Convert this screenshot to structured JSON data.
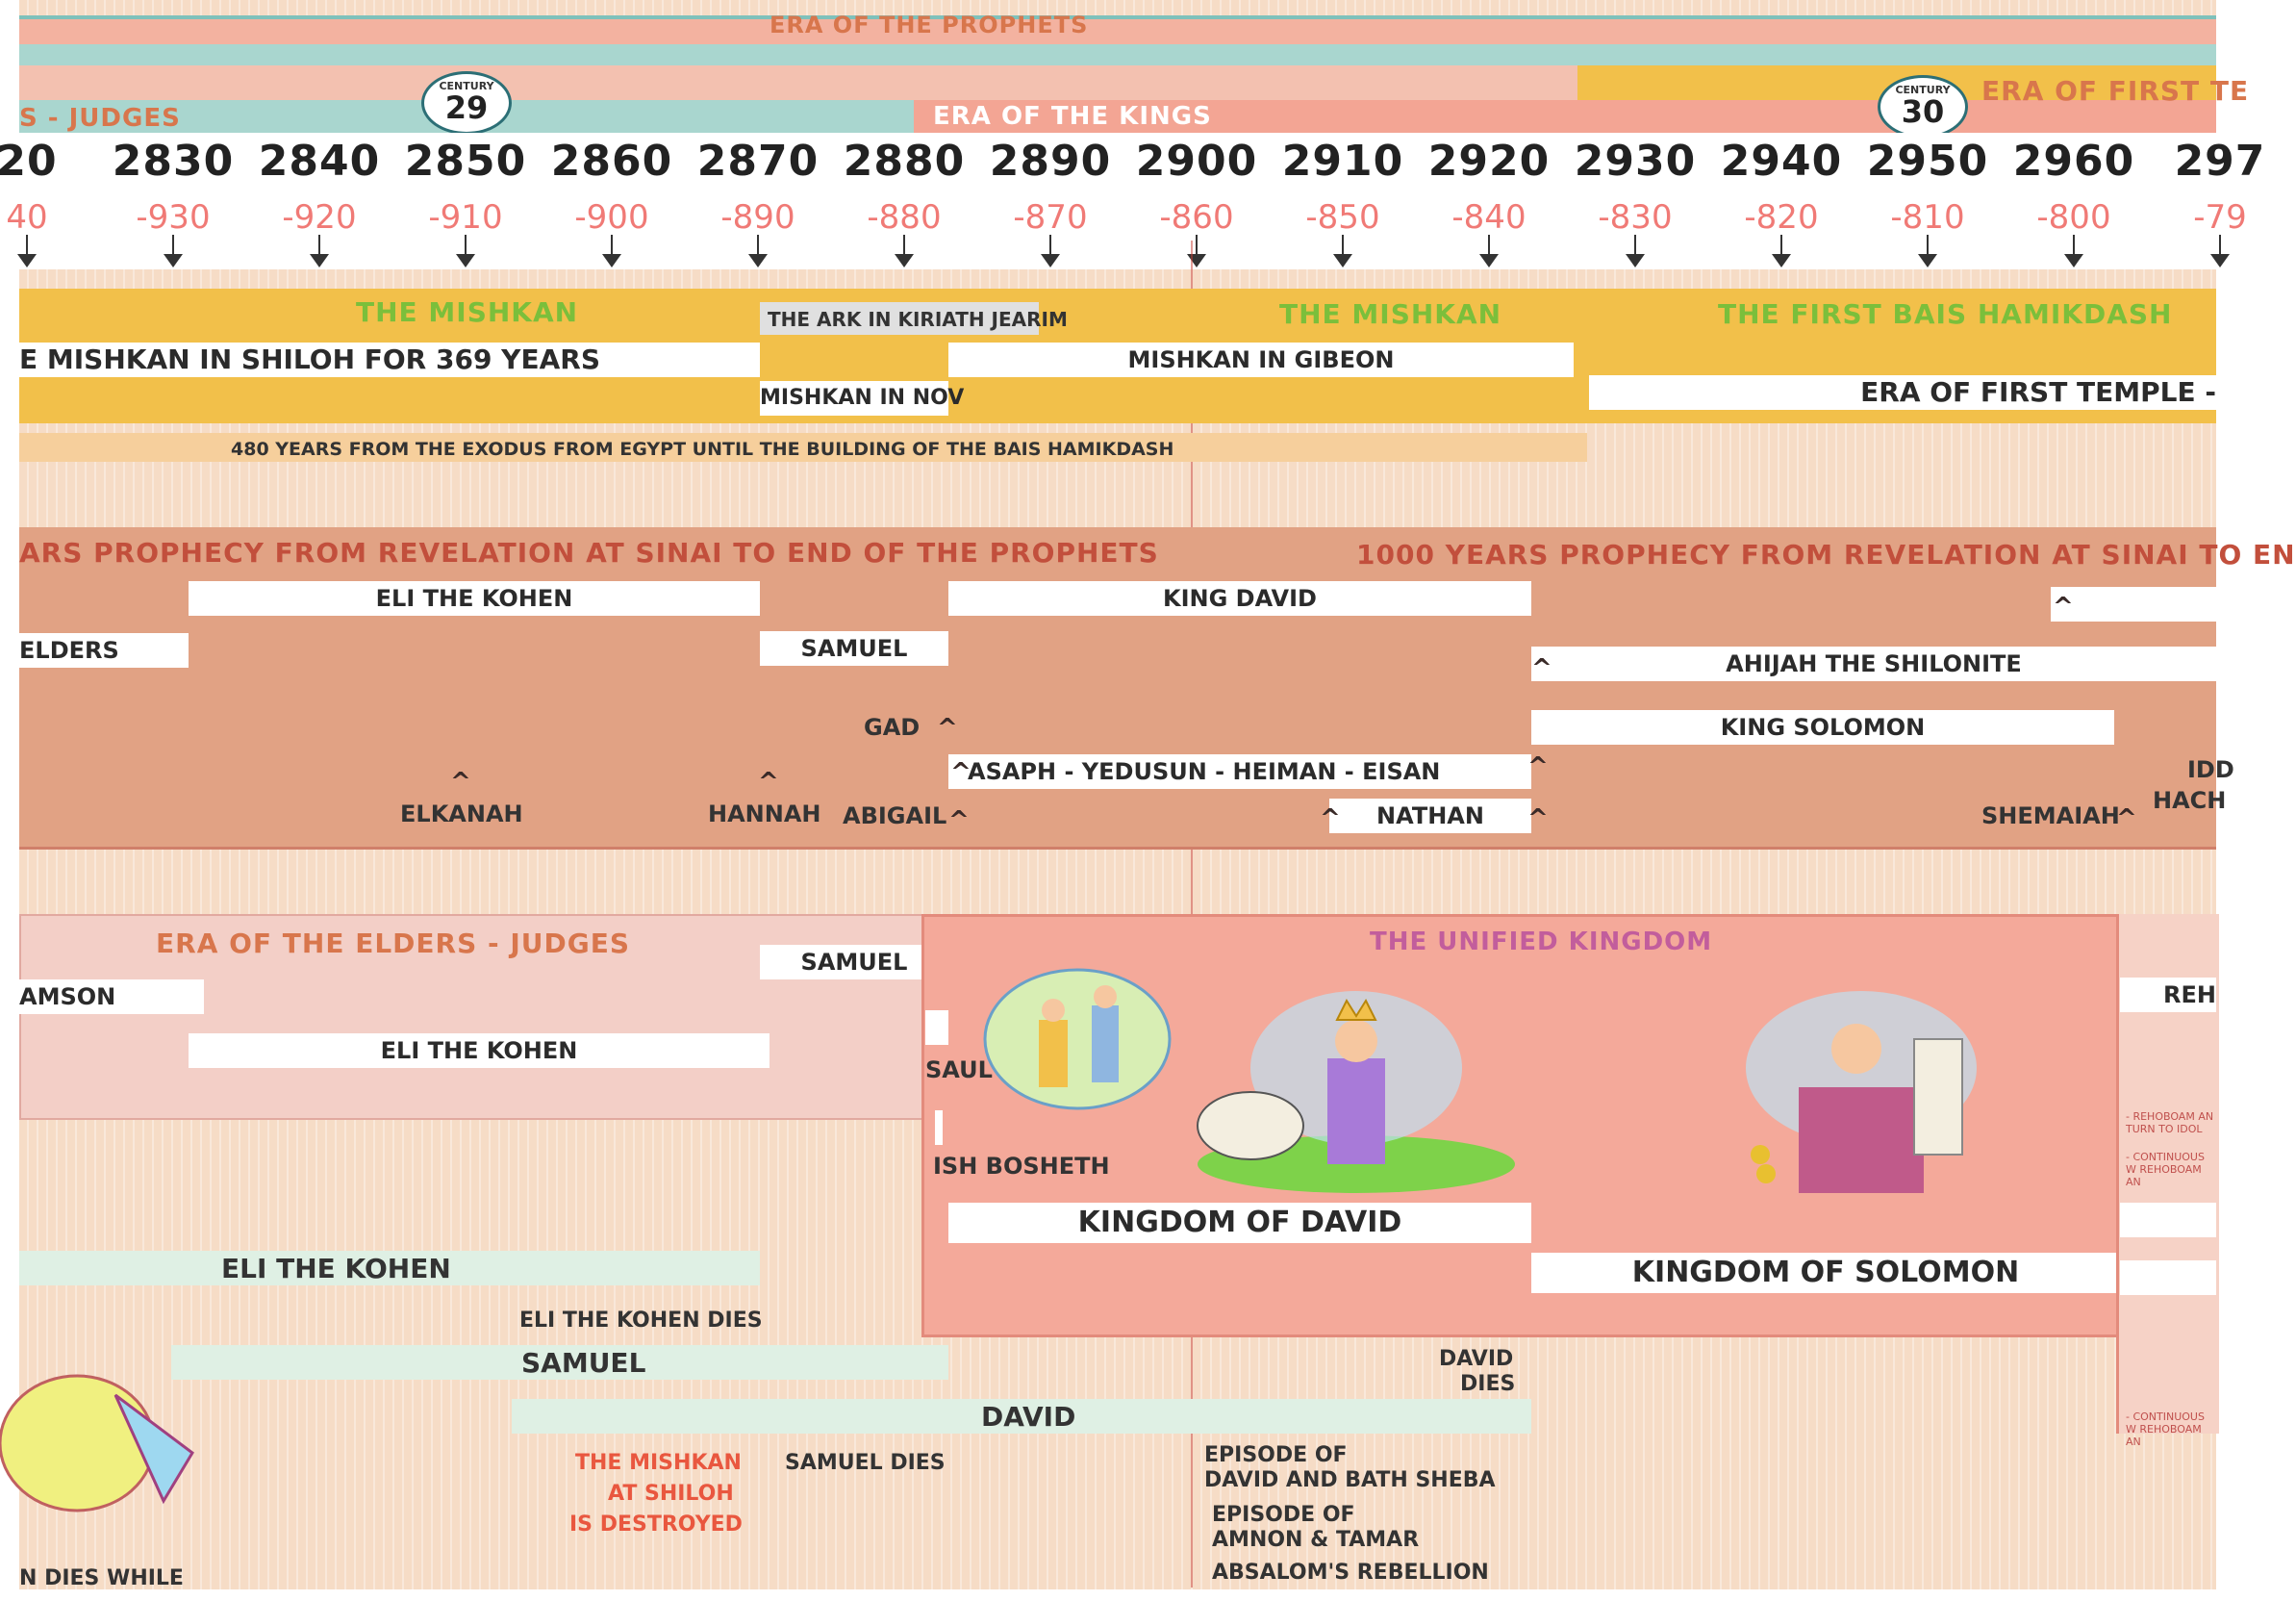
{
  "header": {
    "prophets_era": "ERA OF THE PROPHETS",
    "judges_era": "S - JUDGES",
    "kings_era": "ERA OF THE KINGS",
    "first_temple_era": "ERA OF FIRST TE",
    "century_word": "CENTURY",
    "century_29": "29",
    "century_30": "30"
  },
  "ticks": [
    {
      "year": "20",
      "bce": "40"
    },
    {
      "year": "2830",
      "bce": "-930"
    },
    {
      "year": "2840",
      "bce": "-920"
    },
    {
      "year": "2850",
      "bce": "-910"
    },
    {
      "year": "2860",
      "bce": "-900"
    },
    {
      "year": "2870",
      "bce": "-890"
    },
    {
      "year": "2880",
      "bce": "-880"
    },
    {
      "year": "2890",
      "bce": "-870"
    },
    {
      "year": "2900",
      "bce": "-860"
    },
    {
      "year": "2910",
      "bce": "-850"
    },
    {
      "year": "2920",
      "bce": "-840"
    },
    {
      "year": "2930",
      "bce": "-830"
    },
    {
      "year": "2940",
      "bce": "-820"
    },
    {
      "year": "2950",
      "bce": "-810"
    },
    {
      "year": "2960",
      "bce": "-800"
    },
    {
      "year": "297",
      "bce": "-79"
    }
  ],
  "mishkan": {
    "title_left": "THE MISHKAN",
    "ark": "THE ARK IN KIRIATH JEARIM",
    "title_mid": "THE MISHKAN",
    "title_right": "THE FIRST BAIS HAMIKDASH",
    "shiloh": "E MISHKAN IN SHILOH FOR 369 YEARS",
    "gibeon": "MISHKAN  IN  GIBEON",
    "nov": "MISHKAN  IN NOV",
    "first_temple": "ERA OF FIRST TEMPLE -",
    "exodus": "480 YEARS FROM THE EXODUS FROM EGYPT UNTIL THE BUILDING OF THE BAIS HAMIKDASH"
  },
  "prophecy": {
    "title_left": "ARS PROPHECY FROM REVELATION AT SINAI TO END OF THE PROPHETS",
    "title_right": "1000 YEARS PROPHECY FROM REVELATION AT SINAI TO EN",
    "eli": "ELI THE KOHEN",
    "elders": "ELDERS",
    "samuel": "SAMUEL",
    "king_david": "KING DAVID",
    "ahijah": "AHIJAH THE SHILONITE",
    "king_solomon": "KING SOLOMON",
    "gad": "GAD",
    "asaph": "ASAPH - YEDUSUN - HEIMAN - EISAN",
    "elkanah": "ELKANAH",
    "hannah": "HANNAH",
    "abigail": "ABIGAIL",
    "nathan": "NATHAN",
    "shemaiah": "SHEMAIAH",
    "idd": "IDD",
    "hach": "HACH"
  },
  "kings_section": {
    "elders_title": "ERA OF THE ELDERS - JUDGES",
    "samson": "AMSON",
    "eli": "ELI THE KOHEN",
    "samuel": "SAMUEL",
    "unified": "THE UNIFIED KINGDOM",
    "saul": "SAUL",
    "ish_bosheth": "ISH BOSHETH",
    "kingdom_david": "KINGDOM OF DAVID",
    "kingdom_solomon": "KINGDOM OF SOLOMON",
    "reh": "REH",
    "note_1": "- REHOBOAM AN TURN TO IDOL",
    "note_2": "- CONTINUOUS W REHOBOAM AN",
    "note_3": "- CONTINUOUS W REHOBOAM AN"
  },
  "lives": {
    "eli": "ELI THE KOHEN",
    "eli_dies": "ELI THE KOHEN DIES",
    "samuel": "SAMUEL",
    "david_dies_1": "DAVID",
    "david_dies_2": "DIES",
    "david": "DAVID",
    "mishkan_destroyed_1": "THE MISHKAN",
    "mishkan_destroyed_2": "AT SHILOH",
    "mishkan_destroyed_3": "IS DESTROYED",
    "samuel_dies": "SAMUEL DIES",
    "bathsheba_1": "EPISODE OF",
    "bathsheba_2": "DAVID AND BATH SHEBA",
    "amnon_1": "EPISODE OF",
    "amnon_2": "AMNON & TAMAR",
    "absalom": "ABSALOM'S REBELLION",
    "n_dies": "N DIES WHILE"
  },
  "colors": {
    "teal": "#7fc1bb",
    "gold": "#f2c04a",
    "salmon": "#f3b2a0",
    "brown": "#e1a284",
    "pink_box": "#f4a99a",
    "green_text": "#7bbf3b",
    "orange_text": "#d8764c"
  }
}
